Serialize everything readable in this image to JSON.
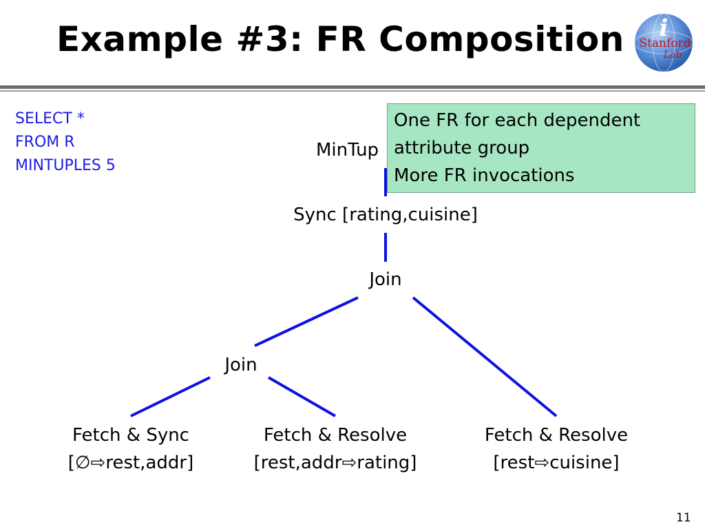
{
  "slide": {
    "title": "Example #3: FR Composition",
    "page_number": "11"
  },
  "logo": {
    "letter": "i",
    "word_top": "Stanford",
    "word_bottom": "Lab",
    "colors": {
      "globe": "#3d74c8",
      "text": "#c0141e"
    }
  },
  "query": {
    "lines": [
      "SELECT *",
      "FROM R",
      "MINTUPLES 5"
    ],
    "color": "#1a1ae6"
  },
  "tree": {
    "root": "MinTup",
    "sync": "Sync [rating,cuisine]",
    "join_top": "Join",
    "join_bottom": "Join",
    "leaves": [
      {
        "line1": "Fetch & Sync",
        "line2": "[∅⇨rest,addr]"
      },
      {
        "line1": "Fetch & Resolve",
        "line2": "[rest,addr⇨rating]"
      },
      {
        "line1": "Fetch & Resolve",
        "line2": "[rest⇨cuisine]"
      }
    ],
    "edge_color": "#1010e0"
  },
  "callout": {
    "lines": [
      "One FR for each dependent",
      "attribute group",
      "More FR invocations"
    ],
    "background": "#a6e6c2"
  }
}
